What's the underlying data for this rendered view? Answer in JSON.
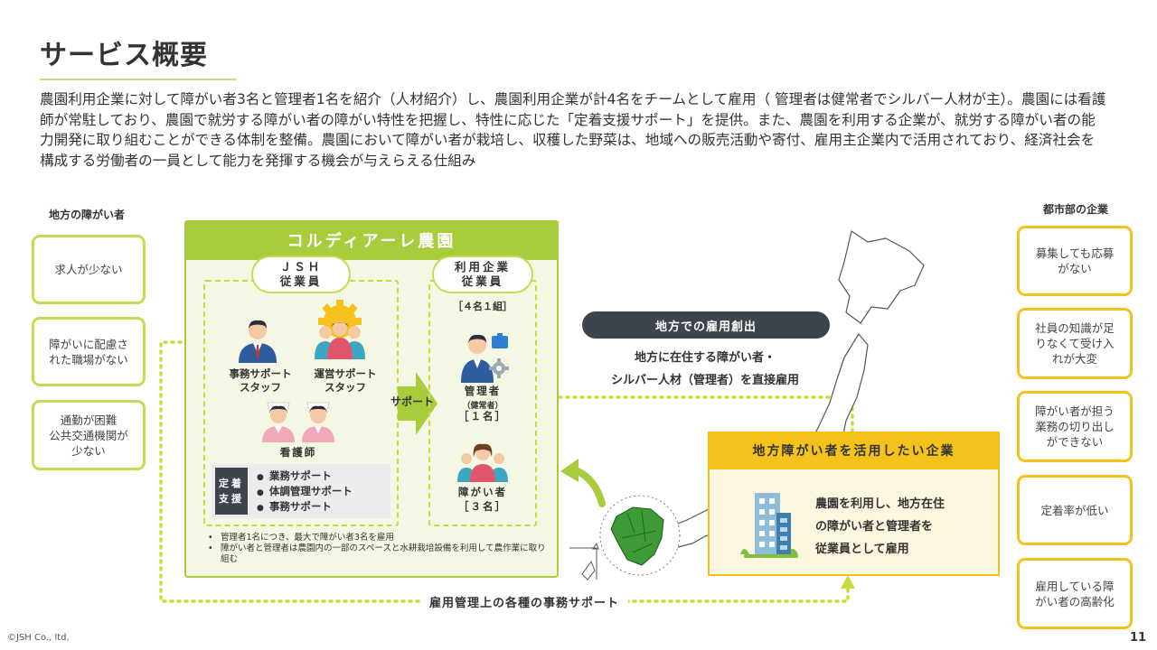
{
  "page": {
    "title": "サービス概要",
    "intro": "農園利用企業に対して障がい者3名と管理者1名を紹介（人材紹介）し、農園利用企業が計4名をチームとして雇用（ 管理者は健常者でシルバー人材が主）。農園には看護師が常駐しており、農園で就労する障がい者の障がい特性を把握し、特性に応じた「定着支援サポート」を提供。また、農園を利用する企業が、就労する障がい者の能力開発に取り組むことができる体制を整備。農園において障がい者が栽培し、収穫した野菜は、地域への販売活動や寄付、雇用主企業内で活用されており、経済社会を構成する労働者の一員として能力を発揮する機会が与えらえる仕組み"
  },
  "left_column": {
    "heading": "地方の障がい者",
    "issues": [
      "求人が少ない",
      "障がいに配慮さ\nれた職場がない",
      "通勤が困難\n公共交通機関が\n少ない"
    ]
  },
  "right_column": {
    "heading": "都市部の企業",
    "issues": [
      "募集しても応募\nがない",
      "社員の知識が足\nりなくて受け入\nれが大変",
      "障がい者が担う\n業務の切り出し\nができない",
      "定着率が低い",
      "雇用している障\nがい者の高齢化"
    ]
  },
  "farm": {
    "title": "コルディアーレ農園",
    "jsh_staff": {
      "label": "ＪＳＨ\n従業員",
      "office_staff": "事務サポート\nスタッフ",
      "ops_staff": "運営サポート\nスタッフ",
      "nurse": "看護師"
    },
    "company_staff": {
      "label": "利用企業\n従業員",
      "group": "［４名１組］",
      "manager_title": "管理者",
      "manager_note": "（健常者）",
      "manager_count": "［１名］",
      "disabled_title": "障がい者",
      "disabled_count": "［３名］"
    },
    "support_arrow": "サポート",
    "retention": {
      "tag": "定着\n支援",
      "items": [
        "業務サポート",
        "体調管理サポート",
        "事務サポート"
      ]
    },
    "notes": [
      "管理者1名につき、最大で障がい者3名を雇用",
      "障がい者と管理者は農園内の一部のスペースと水耕栽培設備を利用して農作業に取り組む"
    ]
  },
  "center": {
    "pill": "地方での雇用創出",
    "text": "地方に在住する障がい者・\nシルバー人材（管理者）を直接雇用"
  },
  "company": {
    "title": "地方障がい者を活用したい企業",
    "text": "農園を利用し、地方在住\nの障がい者と管理者を\n従業員として雇用"
  },
  "bottom_label": "雇用管理上の各種の事務サポート",
  "footer": {
    "copyright": "©JSH Co., ltd.",
    "page_number": "11"
  },
  "colors": {
    "green": "#a8cc3c",
    "green_light": "#f3f7e3",
    "yellow": "#f4c21b",
    "yellow_light": "#fdf6df",
    "dark": "#3e444c",
    "dotted": "#c8dc3a"
  },
  "icons": [
    "office-staff-icon",
    "ops-staff-icon",
    "nurse-icon",
    "manager-icon",
    "disabled-worker-icon",
    "building-icon",
    "japan-map-icon",
    "curved-arrow-icon",
    "support-arrow-icon"
  ]
}
